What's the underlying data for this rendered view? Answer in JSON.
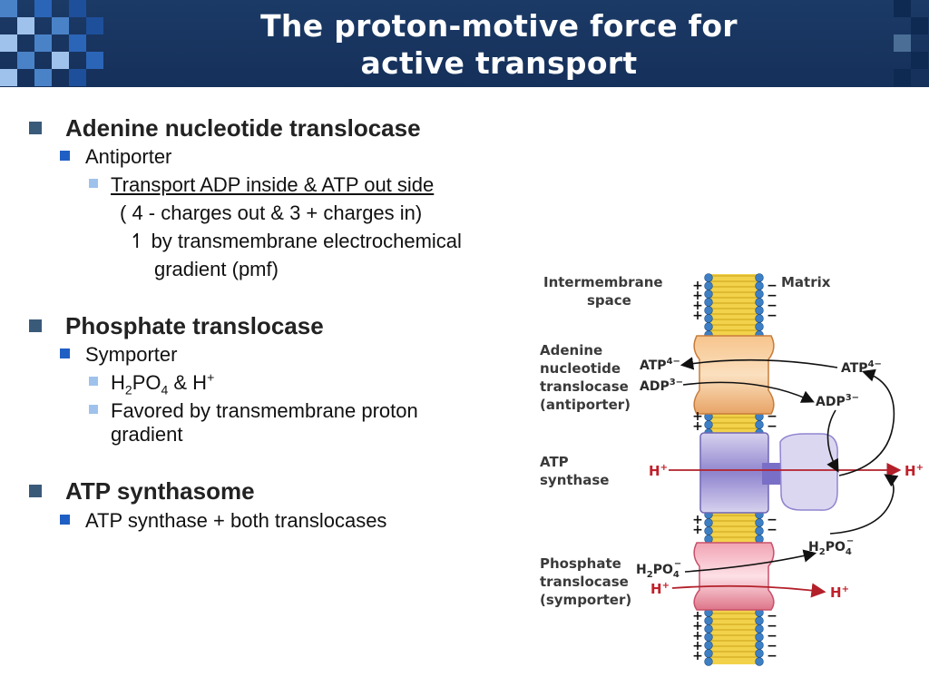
{
  "title": {
    "line1": "The proton-motive force for",
    "line2": "active transport"
  },
  "colors": {
    "header_bg": "#1b3a66",
    "accent_blue": "#1f5fc4",
    "light_blue": "#9fc2ec",
    "proton_red": "#c0202a",
    "membrane_yellow": "#f2d24a",
    "phosphate_blue": "#3d7fc4"
  },
  "bullets": {
    "ant": {
      "heading": "Adenine nucleotide translocase",
      "type": "Antiporter",
      "transport": "Transport ADP inside &  ATP out side",
      "charges": "( 4 - charges out & 3 + charges in)",
      "arrow_glyph": "↿",
      "driven": "by transmembrane electrochemical",
      "driven2": "gradient (pmf)"
    },
    "pt": {
      "heading": "Phosphate translocase",
      "type": "Symporter",
      "sub_h": "H",
      "sub_2": "2",
      "sub_po": "PO",
      "sub_4": "4",
      "sub_amp": " & H",
      "sub_plus": "+",
      "favored": "Favored by transmembrane proton",
      "favored2": "gradient"
    },
    "atp": {
      "heading": "ATP synthasome",
      "detail": "ATP synthase + both translocases"
    }
  },
  "diagram": {
    "label_ims_1": "Intermembrane",
    "label_ims_2": "space",
    "label_matrix": "Matrix",
    "label_ant_1": "Adenine",
    "label_ant_2": "nucleotide",
    "label_ant_3": "translocase",
    "label_ant_4": "(antiporter)",
    "label_atps_1": "ATP",
    "label_atps_2": "synthase",
    "label_pt_1": "Phosphate",
    "label_pt_2": "translocase",
    "label_pt_3": "(symporter)",
    "atp4_left": "ATP",
    "atp4_left_sup": "4−",
    "adp3_left": "ADP",
    "adp3_left_sup": "3−",
    "atp4_right": "ATP",
    "atp4_right_sup": "4−",
    "adp3_right": "ADP",
    "adp3_right_sup": "3−",
    "h_left": "H",
    "h_right": "H",
    "h_sup": "+",
    "h2po4_left_main": "H",
    "h2po4_left_sub2": "2",
    "h2po4_left_po": "PO",
    "h2po4_left_sub4": "4",
    "h2po4_left_sup": "−",
    "h2po4_right_main": "H",
    "h2po4_right_sub2": "2",
    "h2po4_right_po": "PO",
    "h2po4_right_sub4": "4",
    "h2po4_right_sup": "−",
    "h_pt_left": "H",
    "h_pt_right": "H",
    "plus_sign": "+",
    "minus_sign": "−"
  }
}
